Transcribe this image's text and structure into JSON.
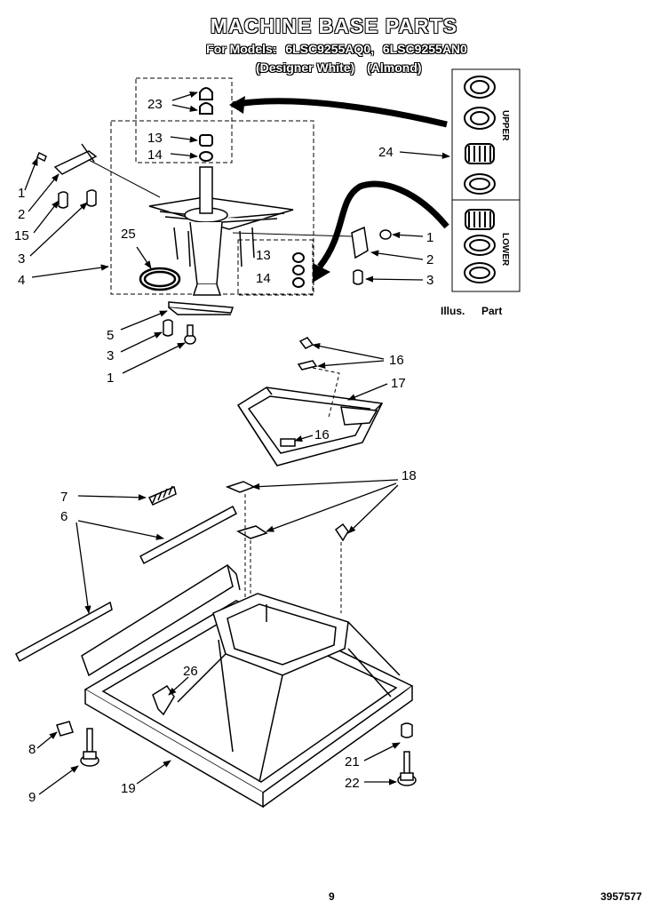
{
  "header": {
    "title": "MACHINE BASE PARTS",
    "models_prefix": "For Models:",
    "model_1": "6LSC9255AQ0,",
    "model_2": "6LSC9255AN0",
    "color_1": "(Designer White)",
    "color_2": "(Almond)"
  },
  "legend": {
    "illus": "Illus.",
    "part": "Part",
    "upper": "UPPER",
    "lower": "LOWER"
  },
  "callouts": {
    "c23": "23",
    "c13a": "13",
    "c14a": "14",
    "c24": "24",
    "c1a": "1",
    "c2a": "2",
    "c15": "15",
    "c3a": "3",
    "c25": "25",
    "c4": "4",
    "c13b": "13",
    "c14b": "14",
    "c1b": "1",
    "c2b": "2",
    "c3b": "3",
    "c5": "5",
    "c3c": "3",
    "c1c": "1",
    "c16a": "16",
    "c17": "17",
    "c16b": "16",
    "c7": "7",
    "c6": "6",
    "c18": "18",
    "c26": "26",
    "c8": "8",
    "c9": "9",
    "c19": "19",
    "c21": "21",
    "c22": "22"
  },
  "footer": {
    "page_number": "9",
    "doc_number": "3957577"
  }
}
